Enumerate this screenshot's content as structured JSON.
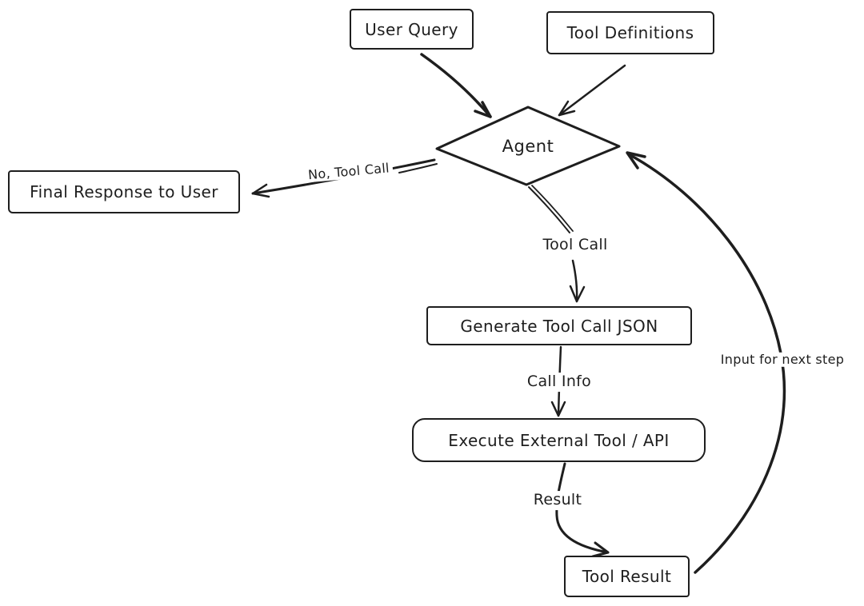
{
  "diagram": {
    "title": "Agent tool-calling loop flowchart",
    "background_color": "#ffffff",
    "stroke_color": "#1e1e1e",
    "nodes": [
      {
        "id": "user-query",
        "label": "User Query",
        "shape": "rectangle"
      },
      {
        "id": "tool-definitions",
        "label": "Tool Definitions",
        "shape": "rectangle"
      },
      {
        "id": "agent",
        "label": "Agent",
        "shape": "diamond"
      },
      {
        "id": "final-response",
        "label": "Final Response to User",
        "shape": "rectangle"
      },
      {
        "id": "generate-tool-call-json",
        "label": "Generate Tool Call JSON",
        "shape": "rectangle"
      },
      {
        "id": "execute-external-tool",
        "label": "Execute External Tool / API",
        "shape": "rounded-rectangle"
      },
      {
        "id": "tool-result",
        "label": "Tool Result",
        "shape": "rectangle"
      }
    ],
    "edges": [
      {
        "from": "user-query",
        "to": "agent",
        "label": ""
      },
      {
        "from": "tool-definitions",
        "to": "agent",
        "label": ""
      },
      {
        "from": "agent",
        "to": "final-response",
        "label": "No, Tool Call"
      },
      {
        "from": "agent",
        "to": "generate-tool-call-json",
        "label": "Tool Call"
      },
      {
        "from": "generate-tool-call-json",
        "to": "execute-external-tool",
        "label": "Call Info"
      },
      {
        "from": "execute-external-tool",
        "to": "tool-result",
        "label": "Result"
      },
      {
        "from": "tool-result",
        "to": "agent",
        "label": "Input for next step"
      }
    ]
  }
}
